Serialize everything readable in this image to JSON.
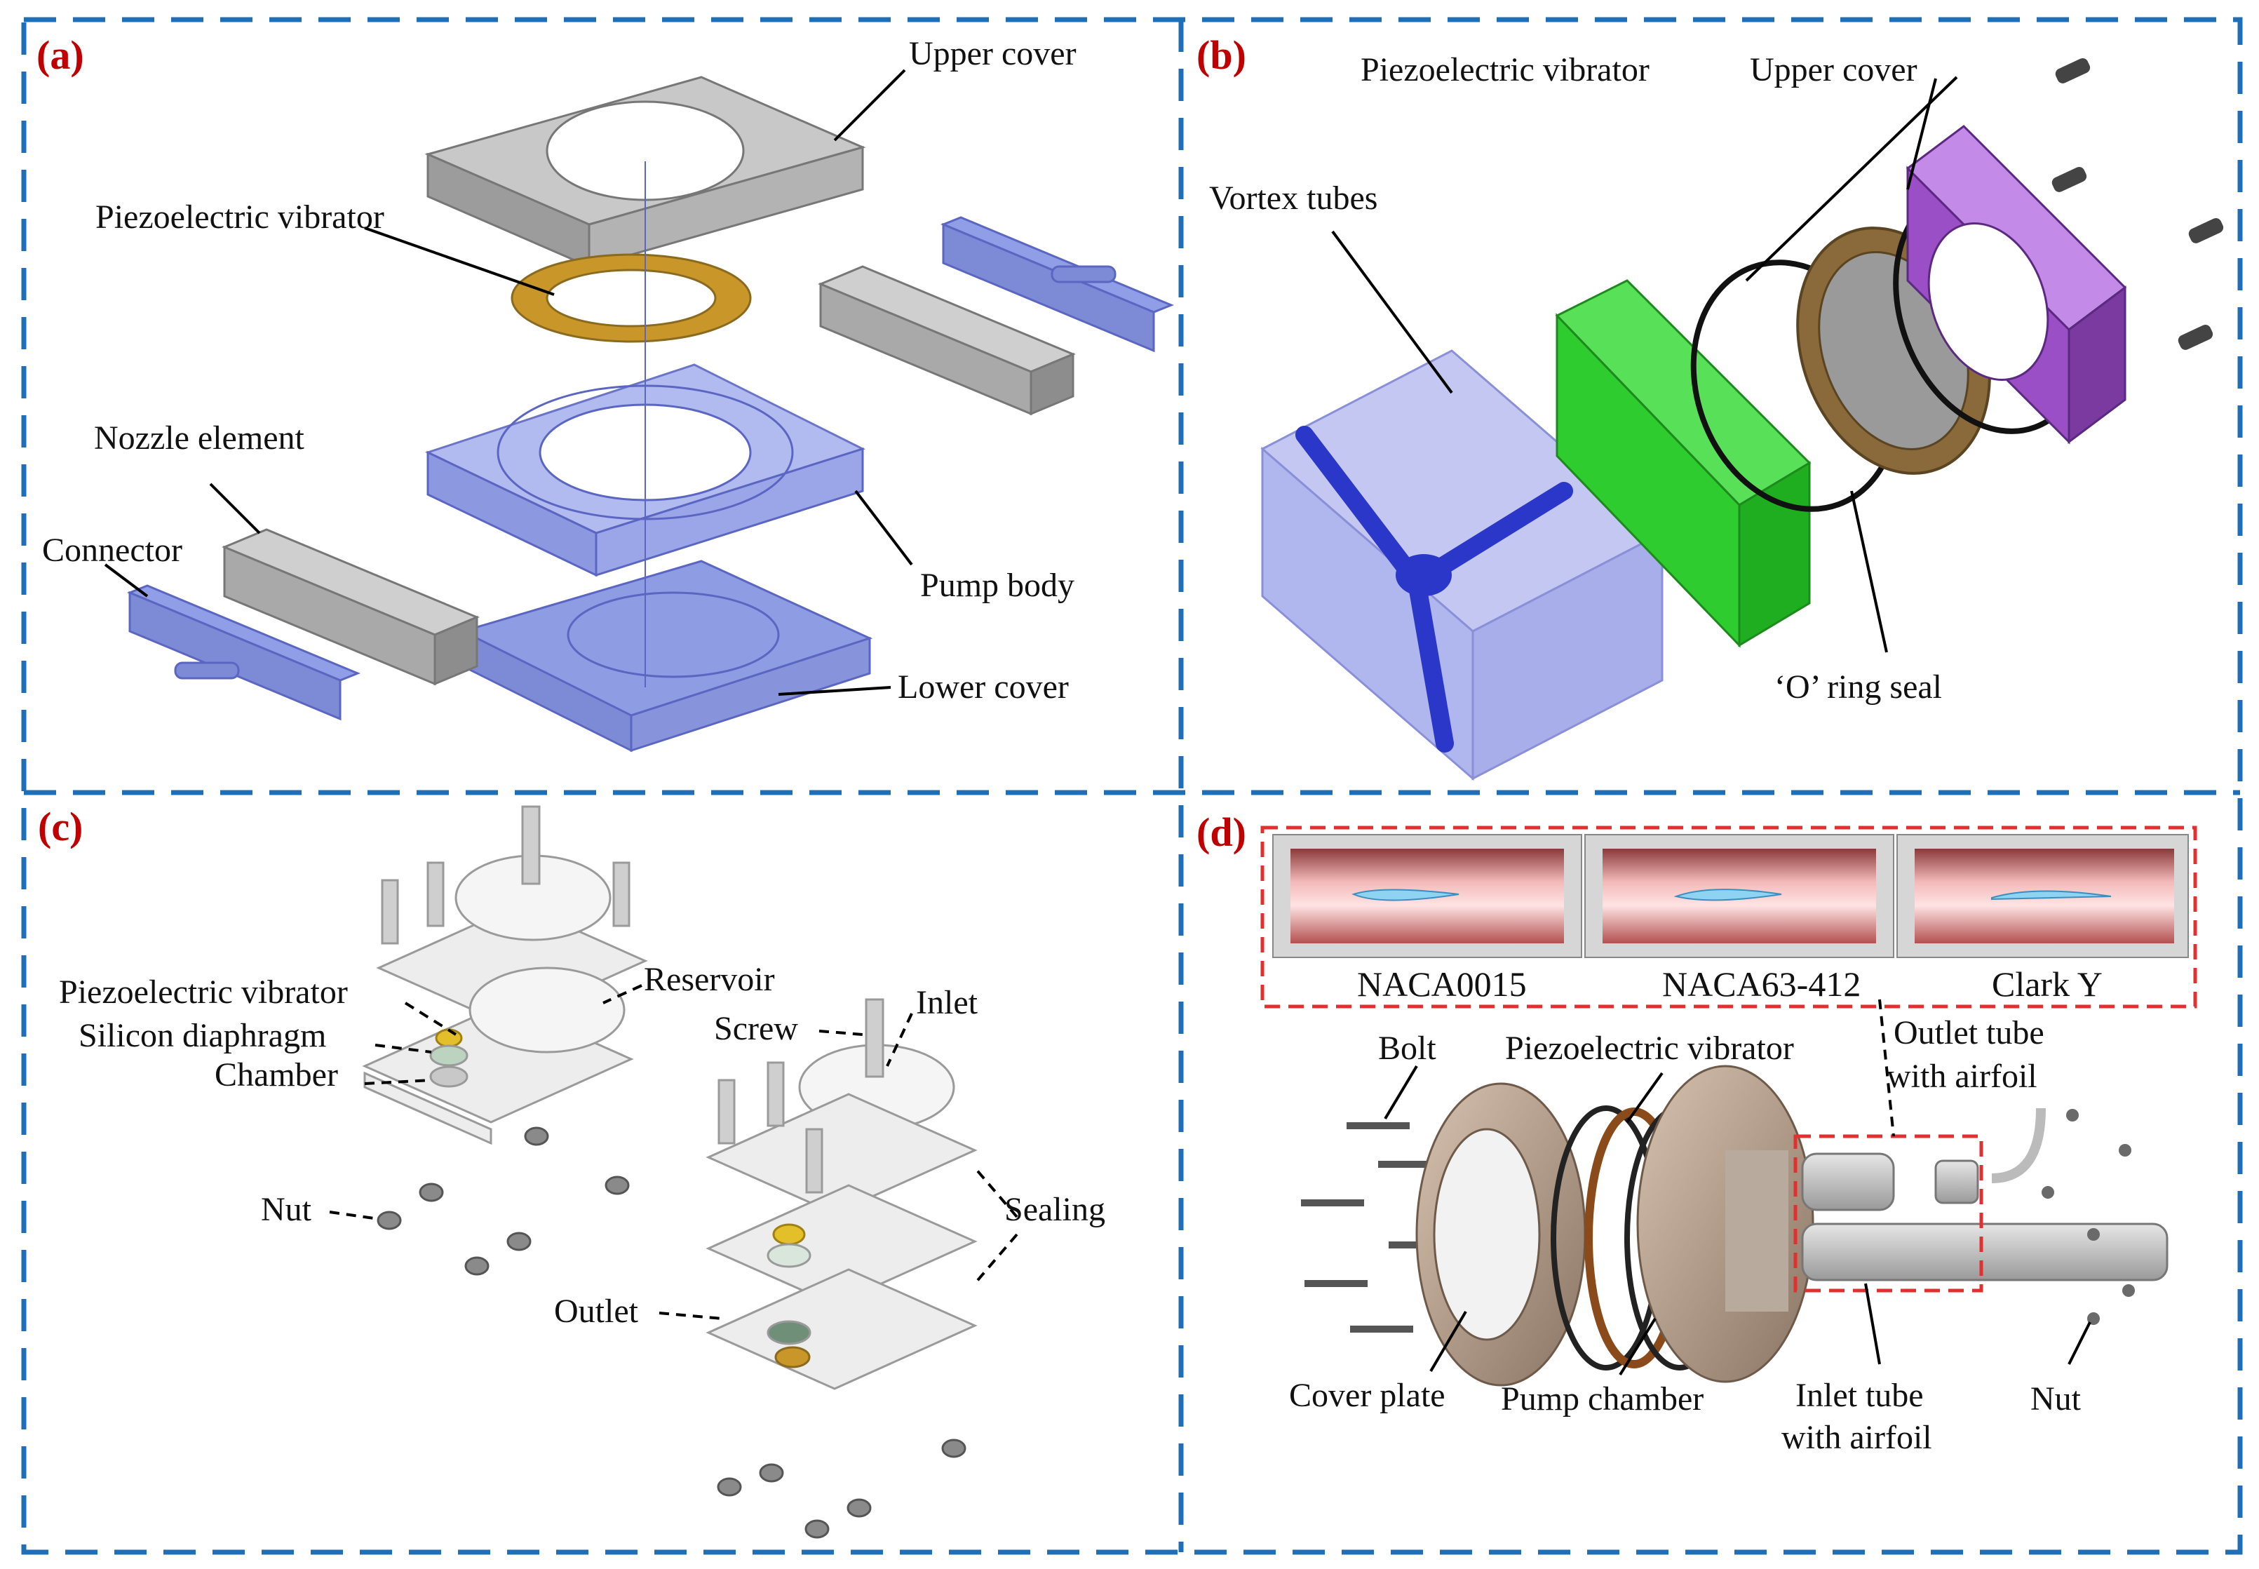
{
  "panels": {
    "a": {
      "tag": "(a)",
      "labels": {
        "upper_cover": "Upper cover",
        "piezo": "Piezoelectric vibrator",
        "nozzle": "Nozzle element",
        "connector": "Connector",
        "pump_body": "Pump body",
        "lower_cover": "Lower cover"
      }
    },
    "b": {
      "tag": "(b)",
      "labels": {
        "piezo": "Piezoelectric vibrator",
        "upper_cover": "Upper cover",
        "vortex": "Vortex tubes",
        "oring": "‘O’ ring seal"
      }
    },
    "c": {
      "tag": "(c)",
      "labels": {
        "piezo": "Piezoelectric vibrator",
        "silicon": "Silicon diaphragm",
        "chamber": "Chamber",
        "reservoir": "Reservoir",
        "screw": "Screw",
        "inlet": "Inlet",
        "nut": "Nut",
        "sealing": "Sealing",
        "outlet": "Outlet"
      }
    },
    "d": {
      "tag": "(d)",
      "foils": [
        "NACA0015",
        "NACA63-412",
        "Clark Y"
      ],
      "labels": {
        "bolt": "Bolt",
        "piezo": "Piezoelectric vibrator",
        "outlet1": "Outlet tube",
        "outlet2": "with airfoil",
        "cover": "Cover plate",
        "chamber": "Pump chamber",
        "inlet1": "Inlet tube",
        "inlet2": "with airfoil",
        "nut": "Nut"
      }
    }
  },
  "colors": {
    "frame": "#1f6fb8",
    "panel_tag": "#c00000",
    "gray_part": "#a9a9a9",
    "blue_part": "#8f9ee6",
    "gold_ring": "#c9962a",
    "green_plate": "#2ecc2e",
    "purple_cover": "#9b4fc7",
    "red_box": "#e03030"
  }
}
